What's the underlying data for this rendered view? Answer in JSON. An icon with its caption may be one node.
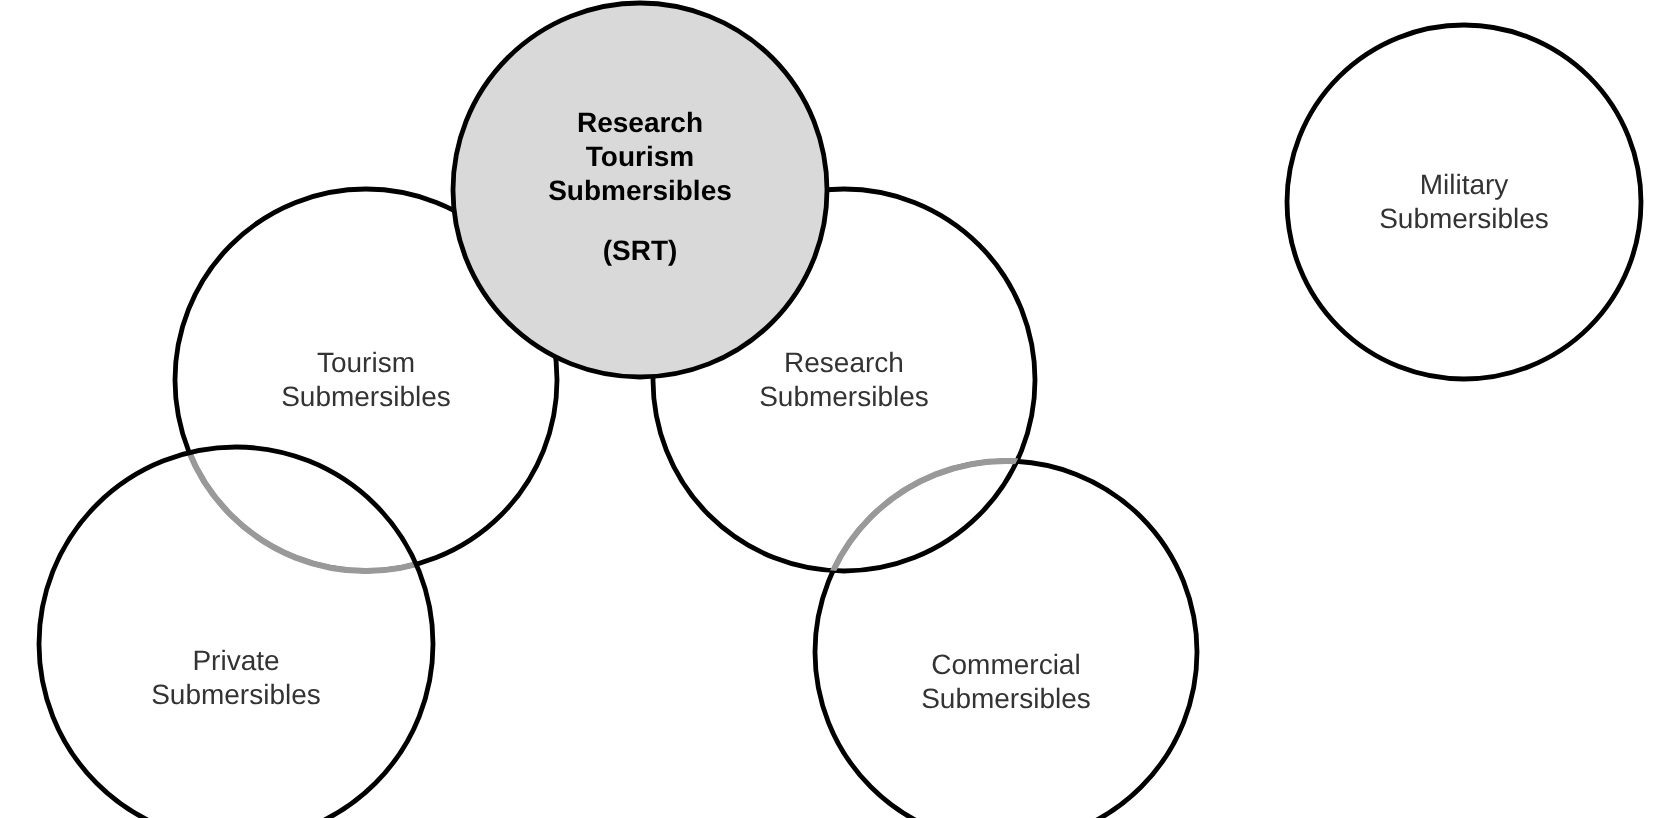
{
  "diagram": {
    "nodes": [
      {
        "text": [
          "Research Tourism Submersibles",
          "(SRT)"
        ]
      },
      {
        "text": [
          "Tourism Submersibles"
        ]
      },
      {
        "text": [
          "Research Submersibles"
        ]
      },
      {
        "text": [
          "Private Submersibles"
        ]
      },
      {
        "text": [
          "Commercial Submersibles"
        ]
      },
      {
        "text": [
          "Military Submersibles"
        ]
      }
    ]
  }
}
